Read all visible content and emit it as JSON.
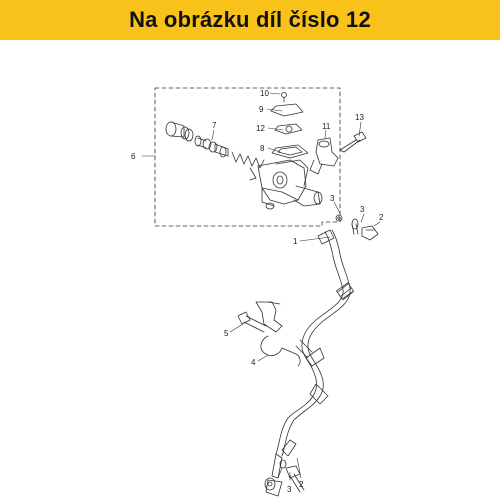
{
  "banner": {
    "text": "Na obrázku díl číslo 12",
    "background": "#f9c21a"
  },
  "diagram": {
    "line_color": "#333333",
    "callouts": [
      "10",
      "9",
      "7",
      "12",
      "8",
      "11",
      "13",
      "6",
      "3",
      "2",
      "1",
      "5",
      "4",
      "3",
      "3",
      "2"
    ]
  }
}
